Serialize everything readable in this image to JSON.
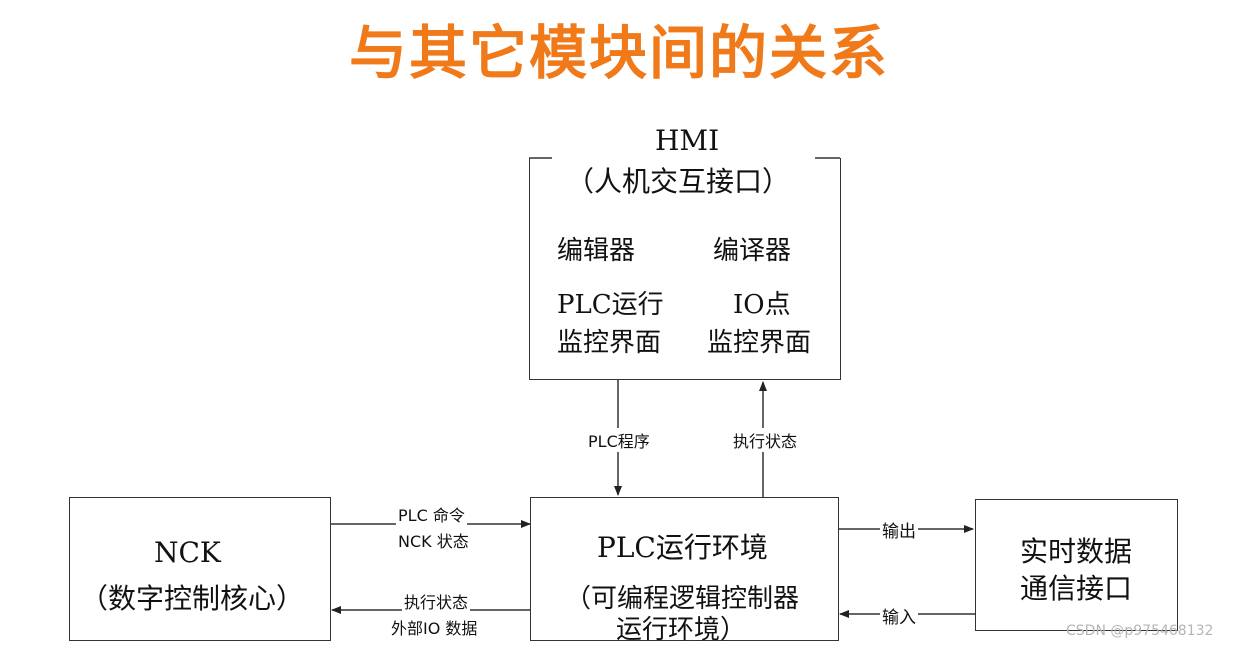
{
  "title": "与其它模块间的关系",
  "colors": {
    "title": "#f07a1a",
    "line": "#333333"
  },
  "hmi": {
    "heading": "HMI",
    "subheading": "（人机交互接口）",
    "item1": "编辑器",
    "item2": "编译器",
    "item3_line1": "PLC运行",
    "item3_line2": "监控界面",
    "item4_line1": "IO点",
    "item4_line2": "监控界面"
  },
  "nck": {
    "line1": "NCK",
    "line2": "（数字控制核心）"
  },
  "plc": {
    "line1": "PLC运行环境",
    "line2": "（可编程逻辑控制器",
    "line3": "运行环境）"
  },
  "rtd": {
    "line1": "实时数据",
    "line2": "通信接口"
  },
  "edges": {
    "plc_program": "PLC程序",
    "exec_status_up": "执行状态",
    "cmd_line1": "PLC 命令",
    "cmd_line2": "NCK 状态",
    "status_line1": "执行状态",
    "status_line2": "外部IO 数据",
    "output": "输出",
    "input": "输入"
  },
  "watermark": "CSDN @p975468132"
}
